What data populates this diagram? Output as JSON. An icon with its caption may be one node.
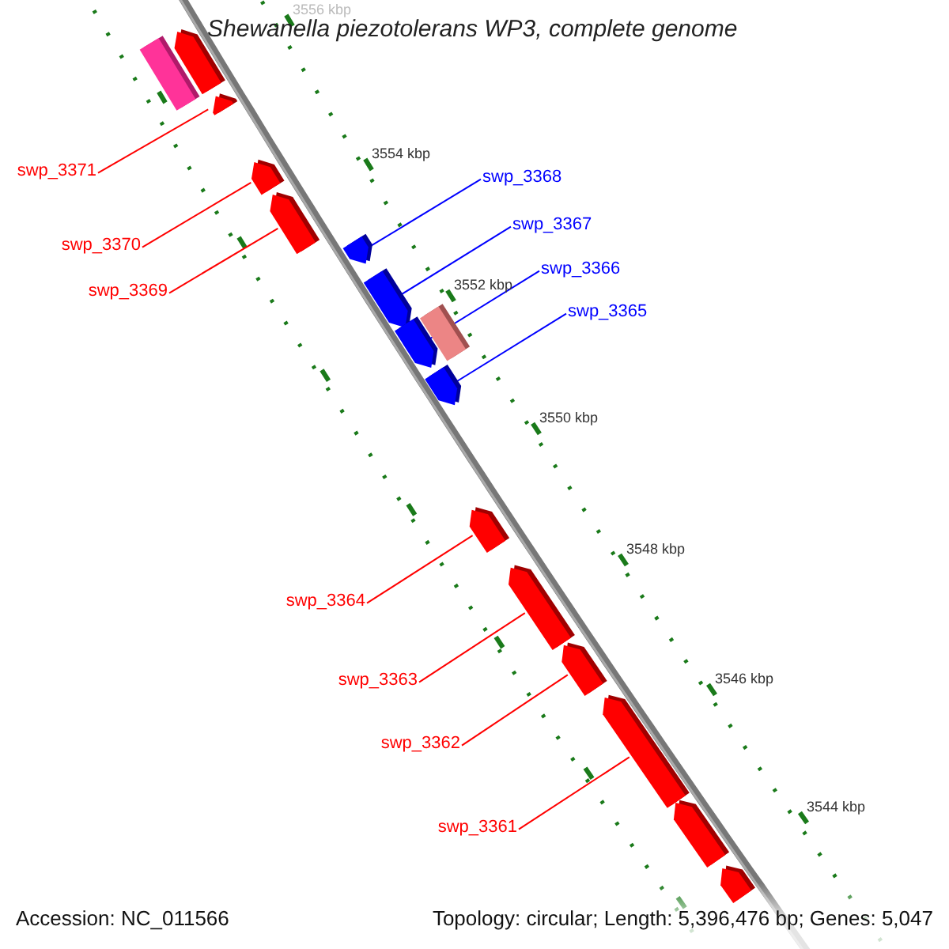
{
  "diagram": {
    "title": "Shewanella piezotolerans WP3, complete genome",
    "nodes": [
      {
        "text": [
          "swp_3371"
        ]
      },
      {
        "text": [
          "swp_3370"
        ]
      },
      {
        "text": [
          "swp_3369"
        ]
      },
      {
        "text": [
          "swp_3368"
        ]
      },
      {
        "text": [
          "swp_3367"
        ]
      },
      {
        "text": [
          "swp_3366"
        ]
      },
      {
        "text": [
          "swp_3365"
        ]
      },
      {
        "text": [
          "swp_3364"
        ]
      },
      {
        "text": [
          "swp_3363"
        ]
      },
      {
        "text": [
          "swp_3362"
        ]
      },
      {
        "text": [
          "swp_3361"
        ]
      },
      {
        "text": [],
        "shape": "box"
      },
      {
        "text": [],
        "shape": "arrow"
      },
      {
        "text": [],
        "shape": "arrow"
      },
      {
        "text": [],
        "shape": "arrow"
      },
      {
        "text": [],
        "shape": "arrow"
      },
      {
        "text": [],
        "shape": "arrow"
      },
      {
        "text": [],
        "shape": "arrow"
      },
      {
        "text": [],
        "shape": "box"
      },
      {
        "text": [],
        "shape": "arrow"
      },
      {
        "text": [],
        "shape": "arrow"
      },
      {
        "text": [],
        "shape": "arrow"
      },
      {
        "text": [],
        "shape": "arrow"
      },
      {
        "text": [],
        "shape": "arrow"
      },
      {
        "text": [],
        "shape": "arrow"
      },
      {
        "text": [],
        "shape": "arrow"
      },
      {
        "text": [],
        "shape": "arrow"
      }
    ],
    "edges": [
      {
        "from": 0,
        "to": 13,
        "arrow": "none"
      },
      {
        "from": 1,
        "to": 14,
        "arrow": "none"
      },
      {
        "from": 2,
        "to": 15,
        "arrow": "none"
      },
      {
        "from": 3,
        "to": 16,
        "arrow": "none",
        "color": "#0000ff"
      },
      {
        "from": 4,
        "to": 17,
        "arrow": "none",
        "color": "#0000ff"
      },
      {
        "from": 5,
        "to": 19,
        "arrow": "none",
        "color": "#0000ff"
      },
      {
        "from": 6,
        "to": 20,
        "arrow": "none",
        "color": "#0000ff"
      },
      {
        "from": 7,
        "to": 21,
        "arrow": "none"
      },
      {
        "from": 8,
        "to": 22,
        "arrow": "none"
      },
      {
        "from": 9,
        "to": 23,
        "arrow": "none"
      },
      {
        "from": 10,
        "to": 24,
        "arrow": "none"
      }
    ],
    "labels": [
      "3556 kbp",
      "3554 kbp",
      "3552 kbp",
      "3550 kbp",
      "3548 kbp",
      "3546 kbp",
      "3544 kbp",
      "Accession: NC_011566",
      "Topology: circular; Length: 5,396,476 bp; Genes: 5,047"
    ]
  }
}
